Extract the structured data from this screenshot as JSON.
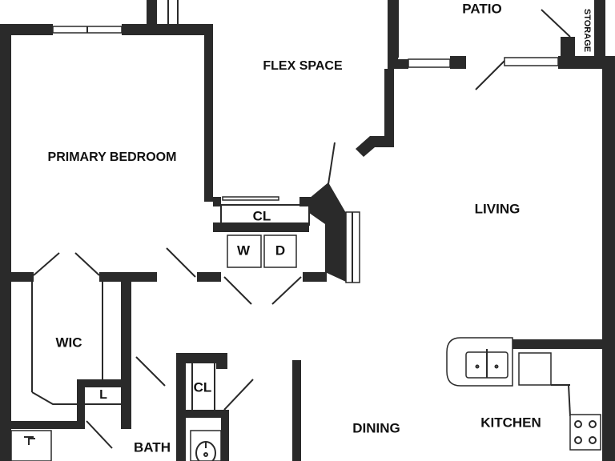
{
  "rooms": {
    "patio": "PATIO",
    "storage": "STORAGE",
    "flex_space": "FLEX SPACE",
    "primary_bedroom": "PRIMARY BEDROOM",
    "living": "LIVING",
    "closet_upper": "CL",
    "washer": "W",
    "dryer": "D",
    "wic": "WIC",
    "linen": "L",
    "closet_lower": "CL",
    "bath": "BATH",
    "dining": "DINING",
    "kitchen": "KITCHEN"
  }
}
